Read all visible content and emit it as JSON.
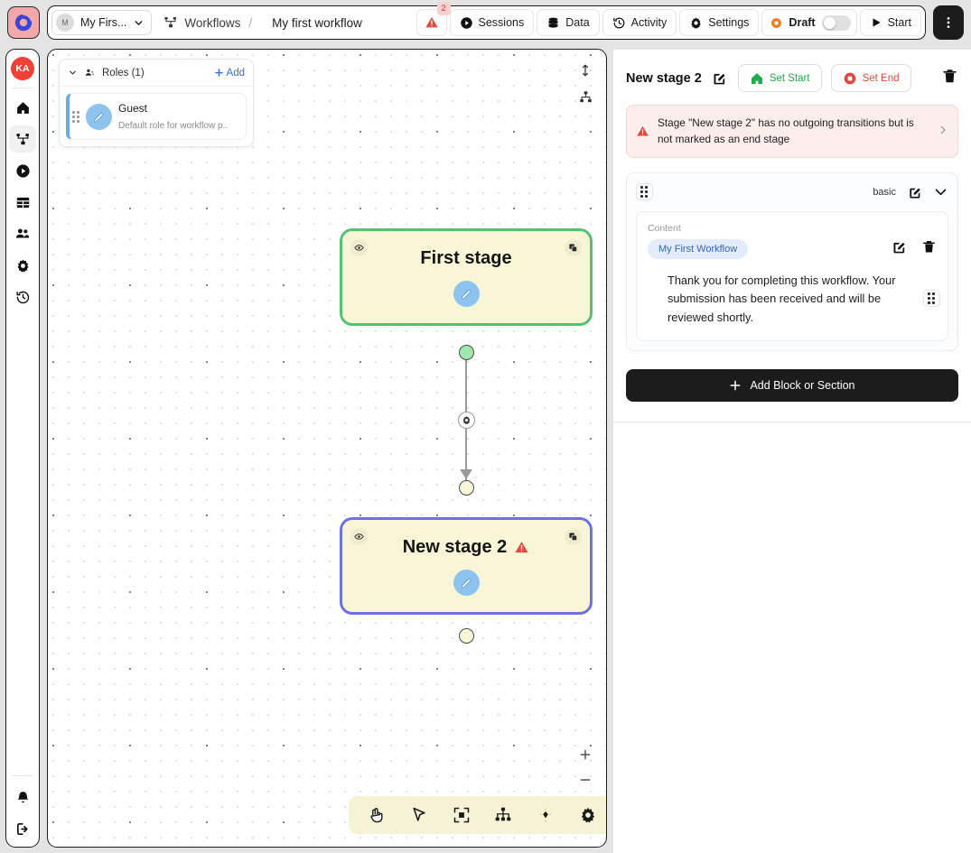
{
  "app": {
    "logo_icon": "app-logo-icon",
    "user_initials": "KA"
  },
  "topbar": {
    "org_initial": "M",
    "org_name": "My Firs...",
    "org_chevron_icon": "chevron-down-icon",
    "breadcrumb_icon": "workflow-tree-icon",
    "breadcrumb_root": "Workflows",
    "breadcrumb_separator": "/",
    "breadcrumb_current": "My first workflow",
    "warning_icon": "warning-triangle-icon",
    "warning_count": "2",
    "buttons": [
      {
        "label": "Sessions",
        "icon": "play-circle-icon"
      },
      {
        "label": "Data",
        "icon": "database-icon"
      },
      {
        "label": "Activity",
        "icon": "history-icon"
      },
      {
        "label": "Settings",
        "icon": "gear-icon"
      }
    ],
    "draft_label": "Draft",
    "draft_status_icon": "orange-dot-icon",
    "draft_toggle_on": false,
    "start_label": "Start",
    "start_icon": "play-icon",
    "kebab_icon": "more-vertical-icon"
  },
  "rail": {
    "items": [
      {
        "name": "home",
        "icon": "home-icon",
        "active": false
      },
      {
        "name": "workflows",
        "icon": "workflow-tree-icon",
        "active": true
      },
      {
        "name": "sessions",
        "icon": "play-circle-icon",
        "active": false
      },
      {
        "name": "data",
        "icon": "table-icon",
        "active": false
      },
      {
        "name": "users",
        "icon": "users-icon",
        "active": false
      },
      {
        "name": "settings",
        "icon": "gear-icon",
        "active": false
      },
      {
        "name": "activity",
        "icon": "history-icon",
        "active": false
      }
    ],
    "bottom": [
      {
        "name": "notifications",
        "icon": "bell-icon"
      },
      {
        "name": "logout",
        "icon": "logout-icon"
      }
    ]
  },
  "canvas": {
    "roles": {
      "collapse_icon": "chevron-down-icon",
      "group_icon": "roles-people-icon",
      "title": "Roles (1)",
      "add_label": "Add",
      "add_icon": "plus-icon",
      "items": [
        {
          "name": "Guest",
          "description": "Default role for workflow p..",
          "avatar_icon": "pencil-icon",
          "drag_icon": "drag-grip-icon"
        }
      ]
    },
    "controls": {
      "fit_vertical_icon": "resize-vertical-icon",
      "auto_layout_icon": "hierarchy-icon",
      "zoom_in_icon": "plus-icon",
      "zoom_out_icon": "minus-icon"
    },
    "stages": [
      {
        "title": "First stage",
        "has_warning": false,
        "eye_icon": "eye-icon",
        "copy_icon": "duplicate-icon",
        "edit_icon": "pencil-icon",
        "border_color": "#56c271"
      },
      {
        "title": "New stage 2",
        "has_warning": true,
        "warning_icon": "warning-triangle-icon",
        "eye_icon": "eye-icon",
        "copy_icon": "duplicate-icon",
        "edit_icon": "pencil-icon",
        "border_color": "#6b72e8"
      }
    ],
    "connector": {
      "source_dot_color": "#9fe8b0",
      "target_dot_color": "#f9f6d8",
      "transition_icon": "gear-icon"
    },
    "toolbar": [
      {
        "name": "pan-tool",
        "icon": "hand-icon"
      },
      {
        "name": "select-tool",
        "icon": "cursor-icon"
      },
      {
        "name": "fit-view-tool",
        "icon": "fit-frame-icon"
      },
      {
        "name": "auto-layout-tool",
        "icon": "hierarchy-icon"
      },
      {
        "name": "magic-tool",
        "icon": "sparkle-diamond-icon"
      },
      {
        "name": "canvas-settings-tool",
        "icon": "gear-icon"
      }
    ]
  },
  "panel": {
    "title": "New stage 2",
    "edit_icon": "edit-square-icon",
    "set_start_label": "Set Start",
    "set_start_icon": "home-green-icon",
    "set_end_label": "Set End",
    "set_end_icon": "stop-circle-icon",
    "delete_icon": "trash-icon",
    "alert": {
      "icon": "warning-triangle-icon",
      "text": "Stage \"New stage 2\" has no outgoing transitions but is not marked as an end stage",
      "chevron_icon": "chevron-right-icon"
    },
    "block": {
      "drag_icon": "drag-grip-icon",
      "kind": "basic",
      "edit_icon": "edit-square-icon",
      "collapse_icon": "chevron-down-icon",
      "content_label": "Content",
      "tag": "My First Workflow",
      "tag_edit_icon": "edit-square-icon",
      "tag_delete_icon": "trash-icon",
      "paragraph": "Thank you for completing this workflow. Your submission has been received and will be reviewed shortly.",
      "paragraph_drag_icon": "drag-grip-icon"
    },
    "add_block_label": "Add Block or Section",
    "add_block_icon": "plus-icon"
  },
  "colors": {
    "accent_blue": "#2f6fe4",
    "danger_red": "#e2483d",
    "success_green": "#21ad4e",
    "draft_orange": "#f07c1e",
    "stage_fill": "#f9f6d8"
  }
}
